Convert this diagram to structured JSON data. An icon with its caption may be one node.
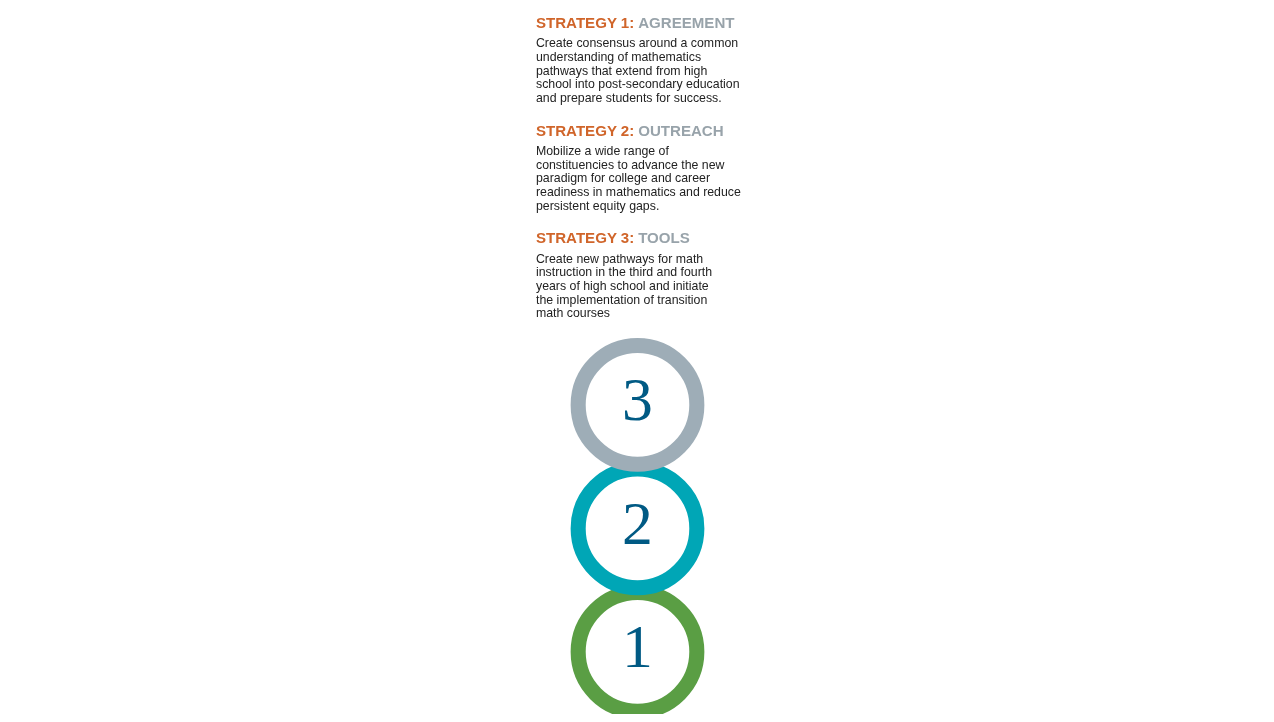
{
  "diagram": {
    "nodes": [
      {
        "text": [
          "1"
        ]
      },
      {
        "text": [
          "2"
        ]
      },
      {
        "text": [
          "3"
        ]
      }
    ],
    "labels": [
      "STRATEGY 1:",
      "AGREEMENT",
      "Create consensus around a common understanding of mathematics pathways that extend from high school into post-secondary education and prepare students for success.",
      "STRATEGY 2:",
      "OUTREACH",
      "Mobilize a wide range of constituencies to advance the new paradigm for college and career readiness in mathematics and reduce persistent equity gaps.",
      "STRATEGY 3:",
      "TOOLS",
      "Create new pathways for math instruction in the third and fourth years of high school and initiate the implementation of transition math courses"
    ]
  }
}
